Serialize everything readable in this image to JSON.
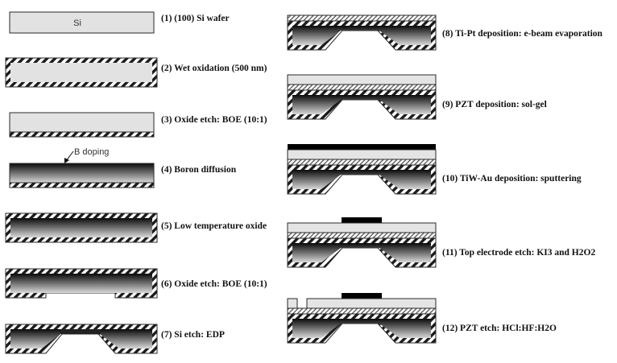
{
  "steps": [
    {
      "num": "(1)",
      "text": "(100) Si wafer"
    },
    {
      "num": "(2)",
      "text": "Wet oxidation (500 nm)"
    },
    {
      "num": "(3)",
      "text": "Oxide etch: BOE (10:1)"
    },
    {
      "num": "(4)",
      "text": "Boron diffusion"
    },
    {
      "num": "(5)",
      "text": "Low temperature oxide"
    },
    {
      "num": "(6)",
      "text": "Oxide etch: BOE (10:1)"
    },
    {
      "num": "(7)",
      "text": "Si etch: EDP"
    },
    {
      "num": "(8)",
      "text": "Ti-Pt deposition: e-beam evaporation"
    },
    {
      "num": "(9)",
      "text": "PZT deposition: sol-gel"
    },
    {
      "num": "(10)",
      "text": "TiW-Au deposition: sputtering"
    },
    {
      "num": "(11)",
      "text": "Top electrode etch: KI3 and H2O2"
    },
    {
      "num": "(12)",
      "text": "PZT etch: HCl:HF:H2O"
    }
  ],
  "wafer_label": "Si",
  "doping_label": "B doping",
  "colors": {
    "silicon": "#e2e2e2",
    "oxide_hatch": "#1a1a1a",
    "metal": "#000000",
    "pzt": "#e4e4e4",
    "pt_hatch": "#555555"
  }
}
